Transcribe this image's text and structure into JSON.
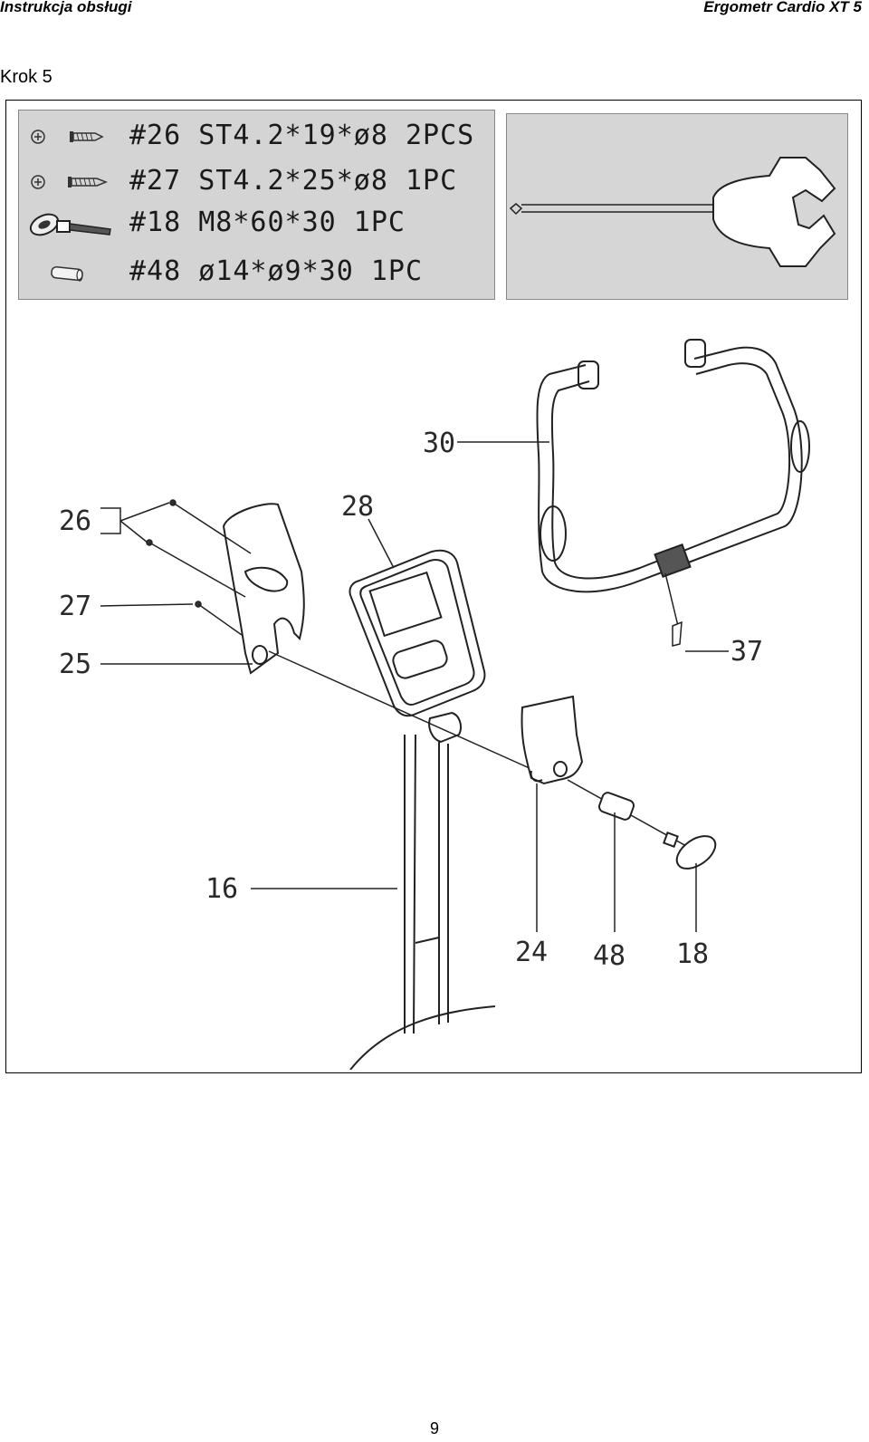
{
  "header": {
    "left": "Instrukcja obsługi",
    "right": "Ergometr Cardio XT 5"
  },
  "step_title": "Krok 5",
  "parts_list": [
    {
      "code": "#26 ST4.2*19*ø8 2PCS",
      "icon": "screw-icon"
    },
    {
      "code": "#27 ST4.2*25*ø8 1PC",
      "icon": "screw-icon"
    },
    {
      "code": "#18 M8*60*30 1PC",
      "icon": "knob-bolt-icon"
    },
    {
      "code": "#48 ø14*ø9*30 1PC",
      "icon": "spacer-tube-icon"
    }
  ],
  "tool_icon": "screwdriver-wrench-icon",
  "callouts": {
    "c30": "30",
    "c28": "28",
    "c26": "26",
    "c27": "27",
    "c25": "25",
    "c37": "37",
    "c16": "16",
    "c24": "24",
    "c48": "48",
    "c18": "18"
  },
  "page_number": "9"
}
